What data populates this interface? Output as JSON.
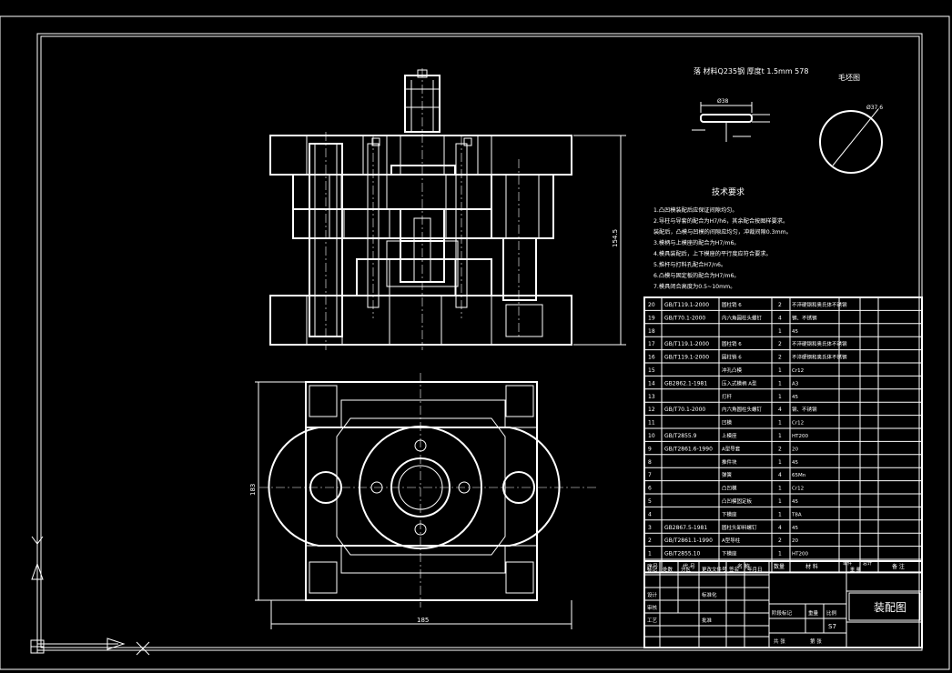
{
  "blank": {
    "material_note": "落 材料Q235钢 厚度t 1.5mm  578",
    "label": "毛坯图",
    "dim_width": "Ø38",
    "dim_diameter": "Ø37.6"
  },
  "dims": {
    "main_height": "154.5",
    "plan_height": "183",
    "plan_width": "185"
  },
  "tech_req": {
    "title": "技术要求",
    "items": [
      "1.凸凹模装配后应保证间隙均匀。",
      "2.导柱与导套的配合为H7/h6，其余配合按图样要求。",
      "  装配后，凸模与凹模的间隙应均匀，冲裁间隙0.3mm。",
      "3.模柄与上模座的配合为H7/m6。",
      "4.模具装配后，上下模座的平行度应符合要求。",
      "5.推杆与打料孔配合H7/n6。",
      "6.凸模与固定板的配合为H7/m6。",
      "7.模具闭合高度为0.5~10mm。"
    ]
  },
  "bom": {
    "rows": [
      {
        "no": "20",
        "code": "GB/T119.1-2000",
        "name": "圆柱销 6",
        "qty": "2",
        "material": "不淬硬钢和奥氏体不锈钢"
      },
      {
        "no": "19",
        "code": "GB/T70.1-2000",
        "name": "内六角圆柱头螺钉",
        "qty": "4",
        "material": "钢、不锈钢"
      },
      {
        "no": "18",
        "code": "",
        "name": "",
        "qty": "1",
        "material": "45"
      },
      {
        "no": "17",
        "code": "GB/T119.1-2000",
        "name": "圆柱销 6",
        "qty": "2",
        "material": "不淬硬钢和奥氏体不锈钢"
      },
      {
        "no": "16",
        "code": "GB/T119.1-2000",
        "name": "圆柱销 6",
        "qty": "2",
        "material": "不淬硬钢和奥氏体不锈钢"
      },
      {
        "no": "15",
        "code": "",
        "name": "冲孔凸模",
        "qty": "1",
        "material": "Cr12"
      },
      {
        "no": "14",
        "code": "GB2862.1-1981",
        "name": "压入式模柄 A型",
        "qty": "1",
        "material": "A3"
      },
      {
        "no": "13",
        "code": "",
        "name": "打杆",
        "qty": "1",
        "material": "45"
      },
      {
        "no": "12",
        "code": "GB/T70.1-2000",
        "name": "内六角圆柱头螺钉",
        "qty": "4",
        "material": "钢、不锈钢"
      },
      {
        "no": "11",
        "code": "",
        "name": "凹模",
        "qty": "1",
        "material": "Cr12"
      },
      {
        "no": "10",
        "code": "GB/T2855.9",
        "name": "上模座",
        "qty": "1",
        "material": "HT200"
      },
      {
        "no": "9",
        "code": "GB/T2861.6-1990",
        "name": "A型导套",
        "qty": "2",
        "material": "20"
      },
      {
        "no": "8",
        "code": "",
        "name": "推件块",
        "qty": "1",
        "material": "45"
      },
      {
        "no": "7",
        "code": "",
        "name": "弹簧",
        "qty": "4",
        "material": "65Mn"
      },
      {
        "no": "6",
        "code": "",
        "name": "凸凹模",
        "qty": "1",
        "material": "Cr12"
      },
      {
        "no": "5",
        "code": "",
        "name": "凸凹模固定板",
        "qty": "1",
        "material": "45"
      },
      {
        "no": "4",
        "code": "",
        "name": "下模座",
        "qty": "1",
        "material": "T8A"
      },
      {
        "no": "3",
        "code": "GB2867.5-1981",
        "name": "圆柱头卸料螺钉",
        "qty": "4",
        "material": "45"
      },
      {
        "no": "2",
        "code": "GB/T2861.1-1990",
        "name": "A型导柱",
        "qty": "2",
        "material": "20"
      },
      {
        "no": "1",
        "code": "GB/T2855.10",
        "name": "下模座",
        "qty": "1",
        "material": "HT200"
      }
    ],
    "header": {
      "no": "序号",
      "code": "代 号",
      "name": "名 称",
      "qty": "数量",
      "material": "材 料",
      "single": "单件",
      "total": "总计",
      "weight": "重 量",
      "remark": "备 注"
    }
  },
  "title_block": {
    "drawing_title": "装配图",
    "scale_value": "S7",
    "labels": [
      "标记",
      "处数",
      "分区",
      "更改文件号",
      "签名",
      "年月日",
      "设计",
      "标准化",
      "审核",
      "工艺",
      "批准",
      "阶段标记",
      "重量",
      "比例",
      "共 张",
      "第 张"
    ]
  }
}
